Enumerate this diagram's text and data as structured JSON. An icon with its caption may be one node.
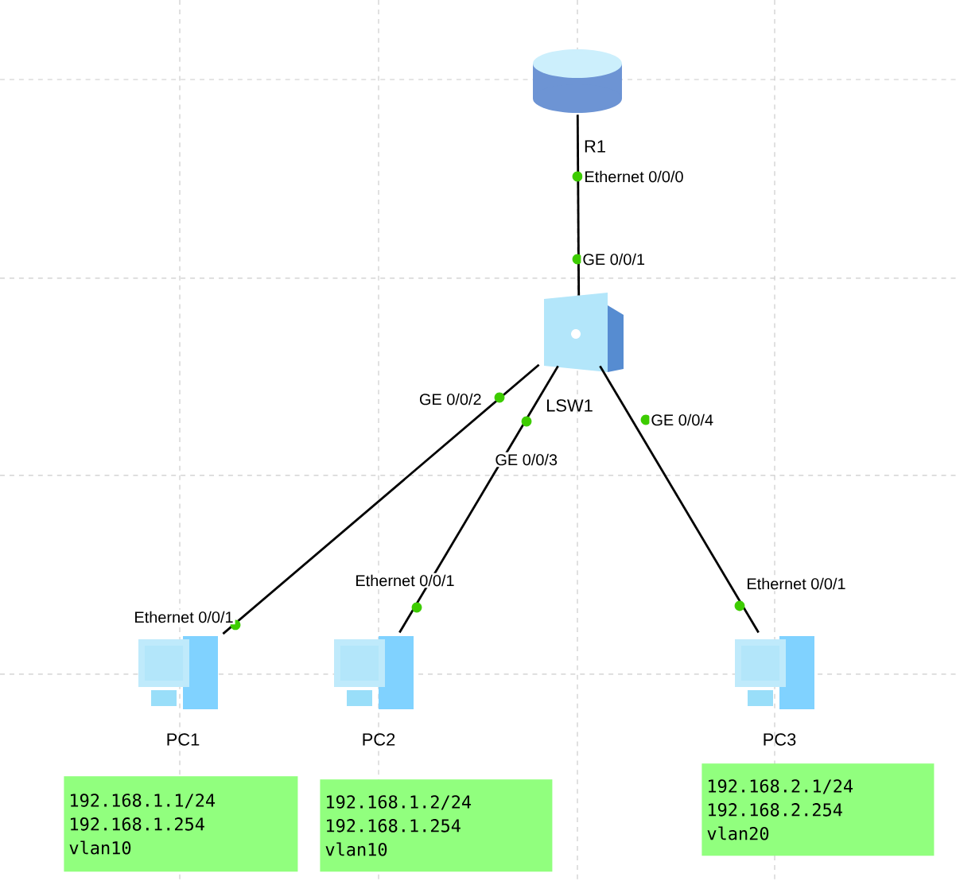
{
  "diagram": {
    "nodes": [
      {
        "text": [
          "R1"
        ]
      },
      {
        "text": [
          "LSW1"
        ]
      },
      {
        "text": [
          "PC1"
        ]
      },
      {
        "text": [
          "PC2"
        ]
      },
      {
        "text": [
          "PC3"
        ]
      },
      {
        "text": [
          "192.168.1.1/24",
          "192.168.1.254",
          "vlan10"
        ]
      },
      {
        "text": [
          "192.168.1.2/24",
          "192.168.1.254",
          "vlan10"
        ]
      },
      {
        "text": [
          "192.168.2.1/24",
          "192.168.2.254",
          "vlan20"
        ]
      }
    ],
    "edges": [
      {
        "from": 0,
        "to": 1,
        "arrow": "none"
      },
      {
        "from": 1,
        "to": 2,
        "arrow": "none"
      },
      {
        "from": 1,
        "to": 3,
        "arrow": "none"
      },
      {
        "from": 1,
        "to": 4,
        "arrow": "none"
      }
    ],
    "labels": [
      "Ethernet 0/0/0",
      "GE 0/0/1",
      "GE 0/0/2",
      "GE 0/0/4",
      "GE 0/0/3",
      "Ethernet 0/0/1",
      "Ethernet 0/0/1",
      "Ethernet 0/0/1"
    ]
  }
}
